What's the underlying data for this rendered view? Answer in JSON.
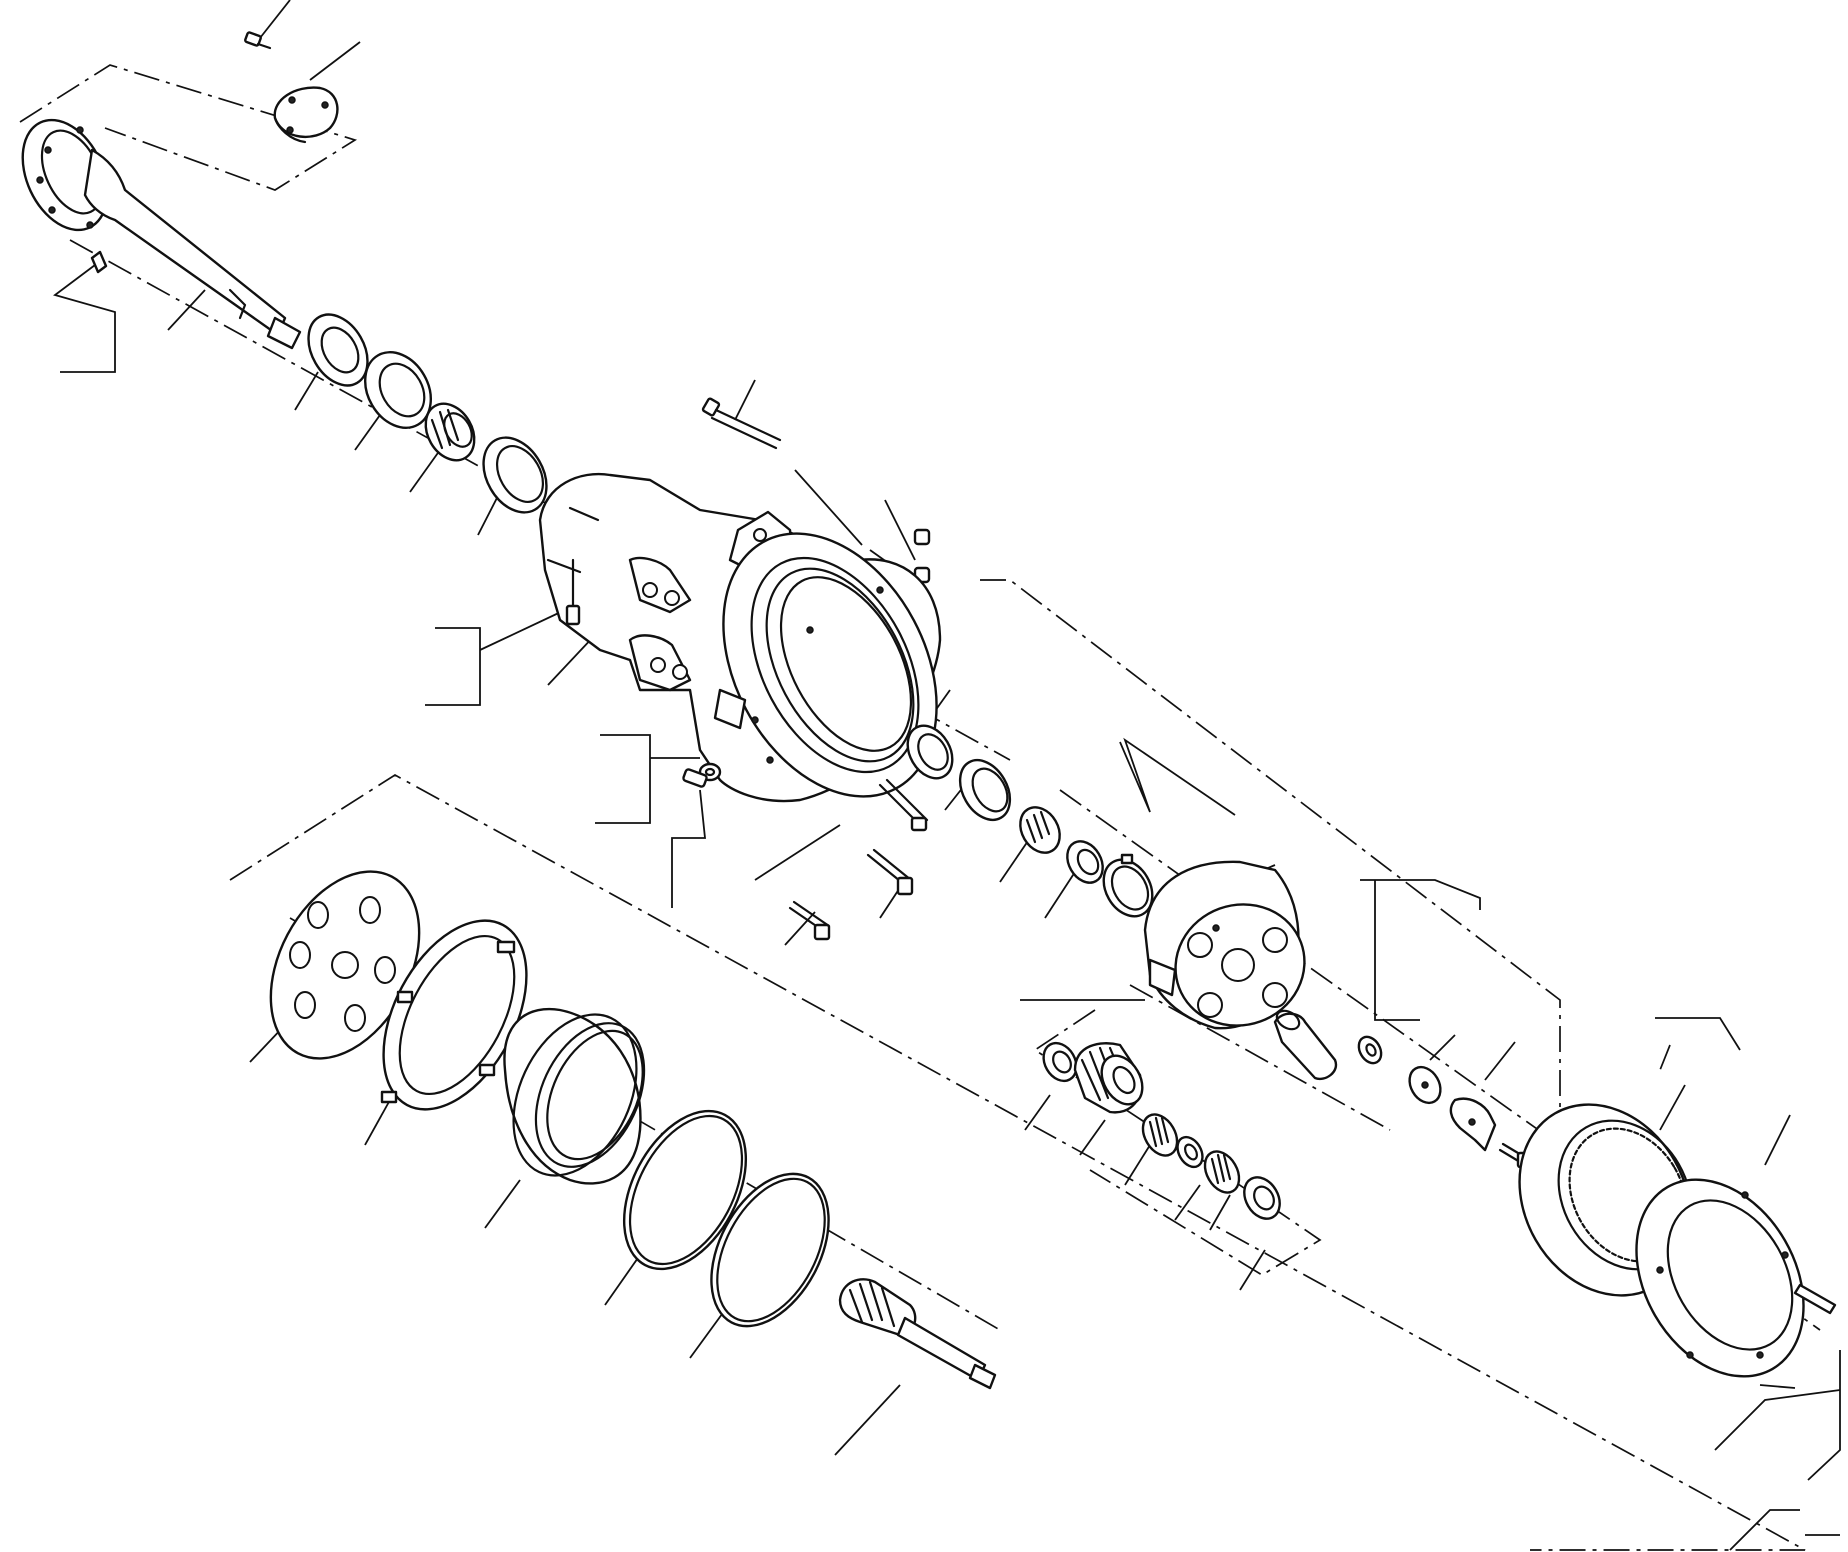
{
  "diagram": {
    "kind": "exploded-parts-view",
    "subject": "",
    "parts": [
      {
        "id": "axle-shaft-flange"
      },
      {
        "id": "hub-cap-cover"
      },
      {
        "id": "cap-screw-top"
      },
      {
        "id": "oil-seal-outer"
      },
      {
        "id": "bearing-cup-outer"
      },
      {
        "id": "tapered-roller-bearing-outer"
      },
      {
        "id": "bearing-cup-inner"
      },
      {
        "id": "axle-housing"
      },
      {
        "id": "long-bolt"
      },
      {
        "id": "nut-pair"
      },
      {
        "id": "breather-fitting"
      },
      {
        "id": "drain-plug-washer"
      },
      {
        "id": "dowel-pin"
      },
      {
        "id": "housing-bolt"
      },
      {
        "id": "housing-stud"
      },
      {
        "id": "bearing-cup-carrier"
      },
      {
        "id": "bearing-cup-carrier-2"
      },
      {
        "id": "tapered-roller-bearing-carrier"
      },
      {
        "id": "spacer-washer"
      },
      {
        "id": "snap-ring"
      },
      {
        "id": "planet-carrier"
      },
      {
        "id": "planet-pin"
      },
      {
        "id": "thrust-washer-small"
      },
      {
        "id": "thrust-washer-plate"
      },
      {
        "id": "lock-plate"
      },
      {
        "id": "lock-bolt"
      },
      {
        "id": "ring-gear"
      },
      {
        "id": "ring-gear-hub"
      },
      {
        "id": "dowel-pin-long"
      },
      {
        "id": "planet-washer-left"
      },
      {
        "id": "planet-gear"
      },
      {
        "id": "needle-bearing-1"
      },
      {
        "id": "spacer-ring"
      },
      {
        "id": "needle-bearing-2"
      },
      {
        "id": "planet-washer-right"
      },
      {
        "id": "brake-disc"
      },
      {
        "id": "friction-plate"
      },
      {
        "id": "brake-piston"
      },
      {
        "id": "o-ring-outer"
      },
      {
        "id": "o-ring-inner"
      },
      {
        "id": "sun-gear-shaft"
      }
    ]
  }
}
